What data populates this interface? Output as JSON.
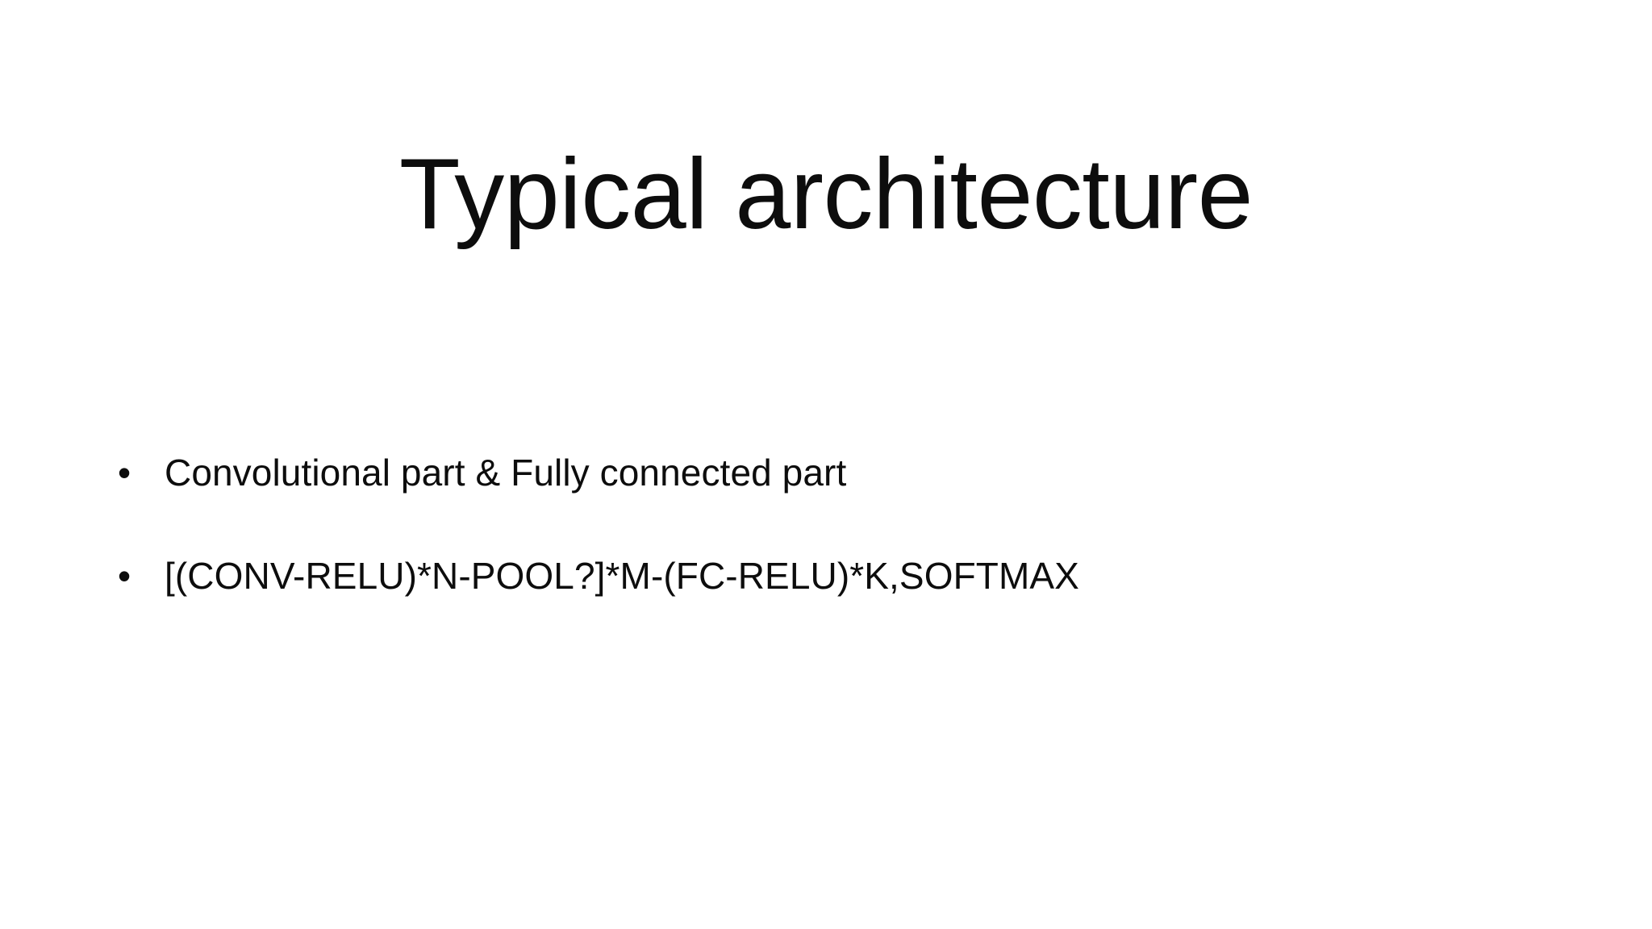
{
  "slide": {
    "title": "Typical architecture",
    "background_color": "#ffffff",
    "text_color": "#0d0d0d",
    "bullet_glyph": "•",
    "bullets": [
      {
        "marker": "•",
        "text": "Convolutional part & Fully connected part"
      },
      {
        "marker": "•",
        "text": "[(CONV-RELU)*N-POOL?]*M-(FC-RELU)*K,SOFTMAX"
      }
    ]
  }
}
